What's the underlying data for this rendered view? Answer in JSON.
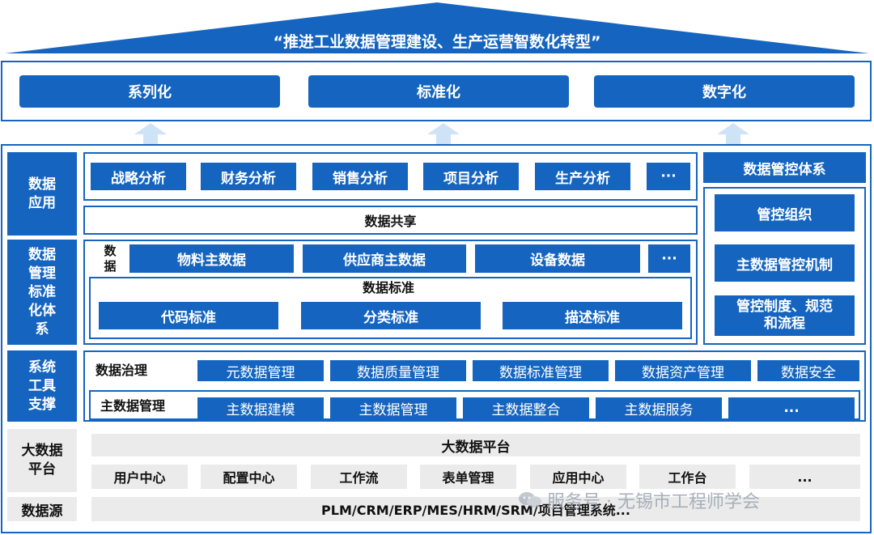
{
  "roof": {
    "slogan": "“推进工业数据管理建设、生产运营智数化转型”"
  },
  "top": {
    "items": [
      "系列化",
      "标准化",
      "数字化"
    ]
  },
  "rows": {
    "app": "数据\n应用",
    "std": "数据\n管理\n标准\n化体\n系",
    "tools": "系统\n工具\n支撑",
    "bigdata": "大数据\n平台",
    "source": "数据源"
  },
  "app": {
    "analyses": [
      "战略分析",
      "财务分析",
      "销售分析",
      "项目分析",
      "生产分析",
      "···"
    ],
    "sharing": "数据共享"
  },
  "std": {
    "data_label": "数\n据",
    "data_items": [
      "物料主数据",
      "供应商主数据",
      "设备数据",
      "···"
    ],
    "standard_title": "数据标准",
    "standards": [
      "代码标准",
      "分类标准",
      "描述标准"
    ]
  },
  "control": {
    "title": "数据管控体系",
    "items": [
      "管控组织",
      "主数据管控机制",
      "管控制度、规范\n和流程"
    ]
  },
  "tools": {
    "gov_label": "数据治理",
    "gov_items": [
      "元数据管理",
      "数据质量管理",
      "数据标准管理",
      "数据资产管理",
      "数据安全"
    ],
    "mdm_label": "主数据管理",
    "mdm_items": [
      "主数据建模",
      "主数据管理",
      "主数据整合",
      "主数据服务",
      "..."
    ]
  },
  "platform": {
    "title": "大数据平台",
    "items": [
      "用户中心",
      "配置中心",
      "工作流",
      "表单管理",
      "应用中心",
      "工作台",
      "..."
    ]
  },
  "source": {
    "text": "PLM/CRM/ERP/MES/HRM/SRM/项目管理系统..."
  },
  "watermark": {
    "text": "服务号 · 无锡市工程师学会"
  },
  "colors": {
    "primary": "#1565c0",
    "gray": "#ebebeb",
    "light": "#cfe3f7"
  }
}
